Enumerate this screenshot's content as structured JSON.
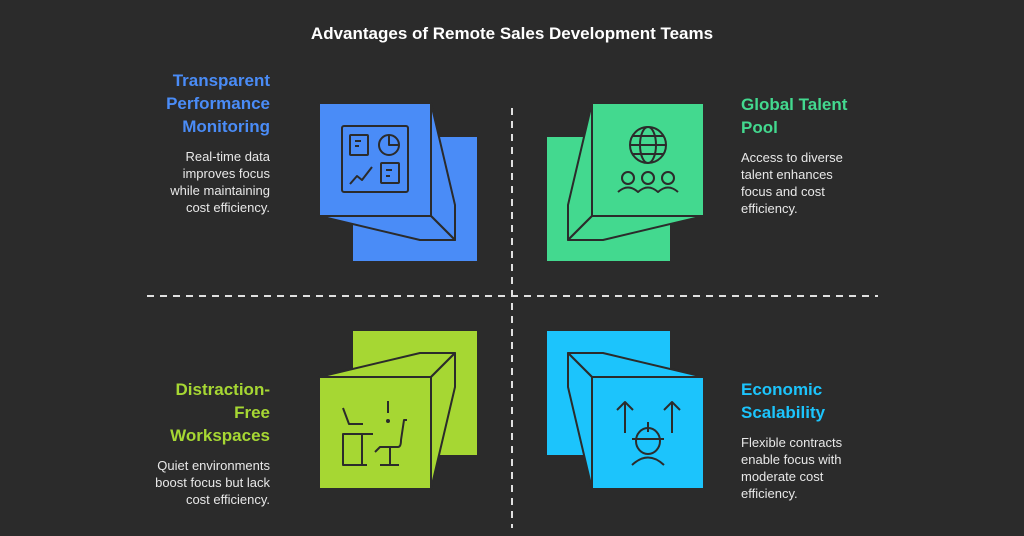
{
  "title": "Advantages of Remote Sales Development Teams",
  "colors": {
    "background": "#2b2b2b",
    "blue": "#4a8cf7",
    "green": "#43d98f",
    "lime": "#a6d733",
    "cyan": "#1cc4fc",
    "outline": "#2b2b2b"
  },
  "quadrants": [
    {
      "heading": "Transparent Performance Monitoring",
      "description": "Real-time data improves focus while maintaining cost efficiency.",
      "color": "#4a8cf7",
      "icon": "dashboard-icon"
    },
    {
      "heading": "Global Talent Pool",
      "description": "Access to diverse talent enhances focus and cost efficiency.",
      "color": "#43d98f",
      "icon": "globe-people-icon"
    },
    {
      "heading": "Distraction-Free Workspaces",
      "description": "Quiet environments boost focus but lack cost efficiency.",
      "color": "#a6d733",
      "icon": "workspace-desk-icon"
    },
    {
      "heading": "Economic Scalability",
      "description": "Flexible contracts enable focus with moderate cost efficiency.",
      "color": "#1cc4fc",
      "icon": "worker-growth-icon"
    }
  ]
}
